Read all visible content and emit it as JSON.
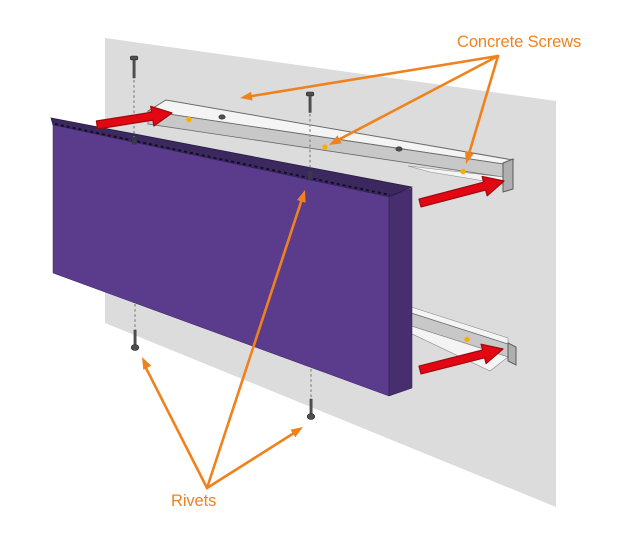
{
  "diagram": {
    "labels": {
      "concrete_screws": "Concrete Screws",
      "rivets": "Rivets"
    },
    "colors": {
      "background": "#ffffff",
      "wall": "#dcdcdc",
      "panel_front": "#5a3b8c",
      "panel_side": "#472f6f",
      "panel_top": "#3b285f",
      "panel_top_dots": "#120b22",
      "rail_face": "#c8c8c8",
      "rail_ledge": "#f4f4f4",
      "rail_end": "#afafaf",
      "rail_outline": "#6a6a6a",
      "annotation_orange": "#f0821e",
      "arrow_red": "#e30613",
      "arrow_red_outline": "#9c0a0e",
      "screw_dark": "#4f4f4f",
      "screw_outline": "#2b2b2b",
      "hole_yellow": "#f9ae00",
      "guide_gray": "#8a8a8a",
      "panel_mark": "#3a3a44"
    },
    "icons": {
      "red_arrow": "slide-direction-arrow",
      "orange_arrow": "annotation-pointer",
      "screw": "concrete-screw-fastener",
      "rivet": "rivet-fastener",
      "yellow_dot": "rivet-hole-marker"
    }
  }
}
